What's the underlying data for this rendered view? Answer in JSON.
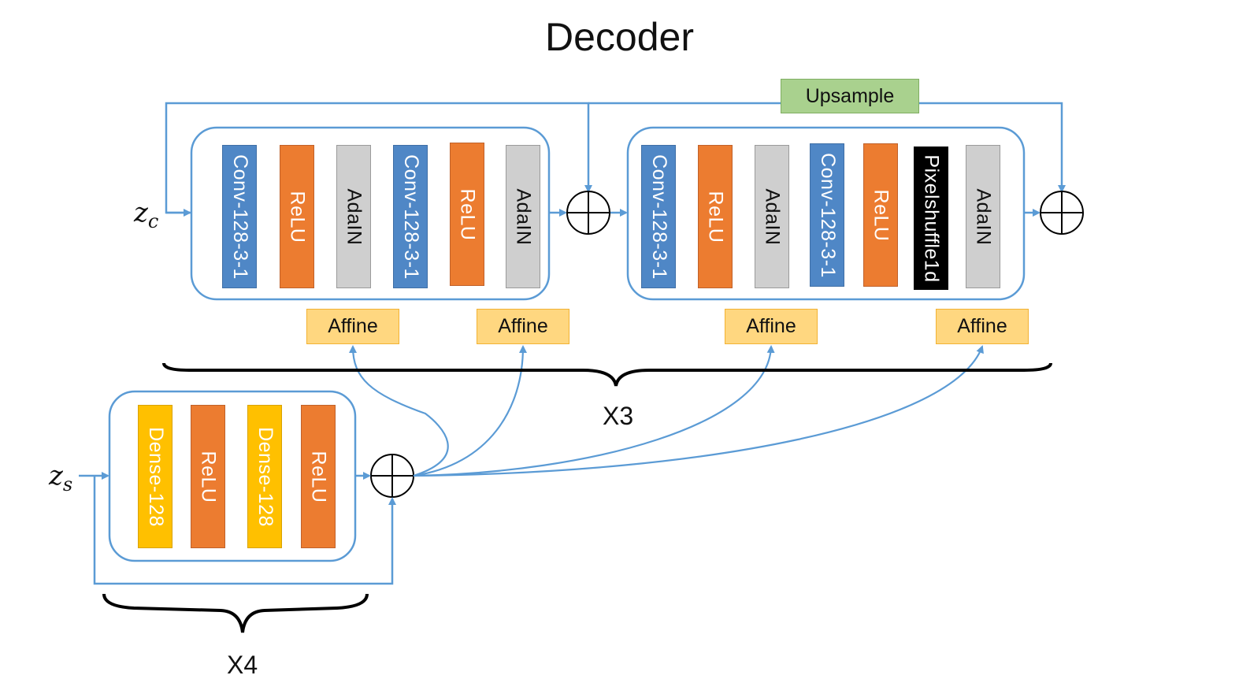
{
  "title": "Decoder",
  "inputs": {
    "content": {
      "base": "z",
      "sub": "c"
    },
    "style": {
      "base": "z",
      "sub": "s"
    }
  },
  "block1": {
    "layers": [
      "Conv-128-3-1",
      "ReLU",
      "AdaIN",
      "Conv-128-3-1",
      "ReLU",
      "AdaIN"
    ]
  },
  "block2": {
    "layers": [
      "Conv-128-3-1",
      "ReLU",
      "AdaIN",
      "Conv-128-3-1",
      "ReLU",
      "Pixelshuffle1d",
      "AdaIN"
    ]
  },
  "style_block": {
    "layers": [
      "Dense-128",
      "ReLU",
      "Dense-128",
      "ReLU"
    ]
  },
  "affine_labels": [
    "Affine",
    "Affine",
    "Affine",
    "Affine"
  ],
  "upsample_label": "Upsample",
  "repeat_main": "X3",
  "repeat_style": "X4",
  "colors": {
    "conv": "#4f87c6",
    "relu": "#ec7c30",
    "adain": "#cfcfcf",
    "pixelshuffle": "#000000",
    "dense": "#ffc000",
    "affine": "#ffd780",
    "upsample": "#a9d18e",
    "connector": "#5b9bd5"
  }
}
